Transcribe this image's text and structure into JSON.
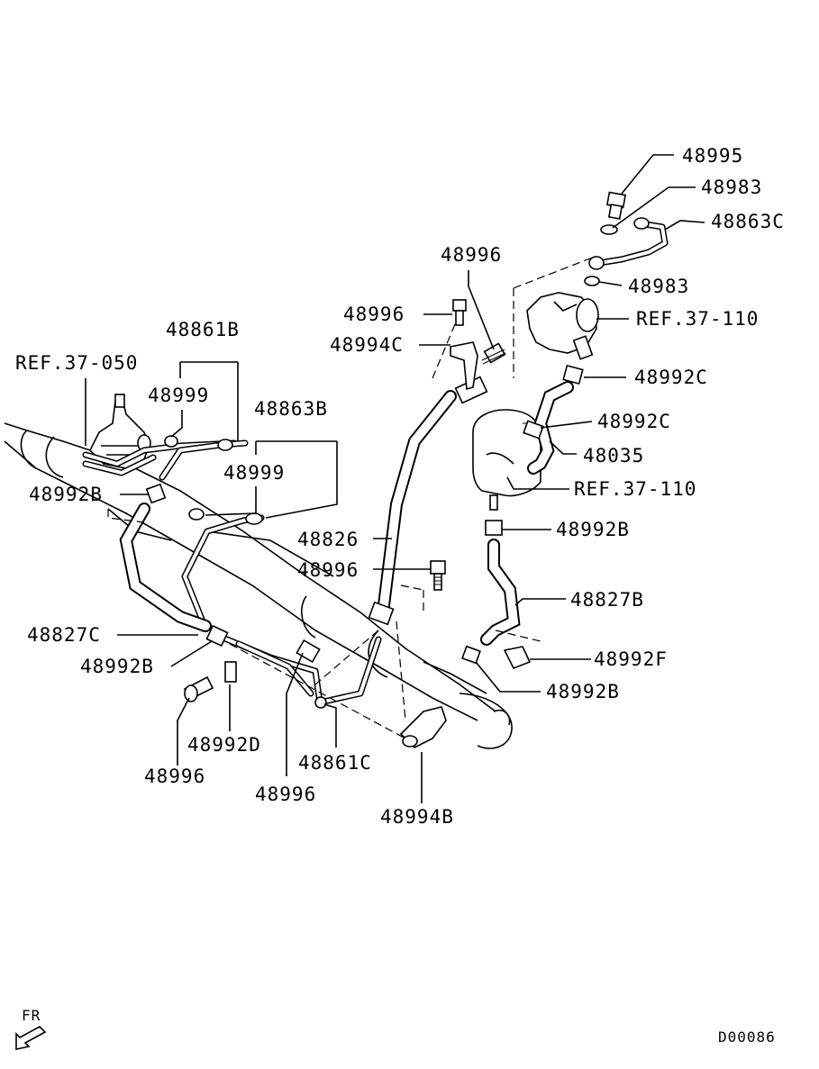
{
  "diagram_code": "D00086",
  "direction_label": "FR",
  "labels": {
    "p48995": "48995",
    "p48983_top": "48983",
    "p48863C": "48863C",
    "p48983_mid": "48983",
    "p48996_top": "48996",
    "p48996_left": "48996",
    "ref_37_110_pump": "REF.37-110",
    "p48994C": "48994C",
    "p48992C_a": "48992C",
    "p48861B": "48861B",
    "ref_37_050": "REF.37-050",
    "p48999_a": "48999",
    "p48992C_b": "48992C",
    "p48863B": "48863B",
    "p48035": "48035",
    "p48999_b": "48999",
    "p48992B_left": "48992B",
    "ref_37_110_tank": "REF.37-110",
    "p48992B_tank": "48992B",
    "p48826": "48826",
    "p48996_mid": "48996",
    "p48827B": "48827B",
    "p48827C": "48827C",
    "p48992F": "48992F",
    "p48992B_lower": "48992B",
    "p48992B_bottom": "48992B",
    "p48992D": "48992D",
    "p48861C": "48861C",
    "p48996_b1": "48996",
    "p48996_b2": "48996",
    "p48994B": "48994B"
  }
}
